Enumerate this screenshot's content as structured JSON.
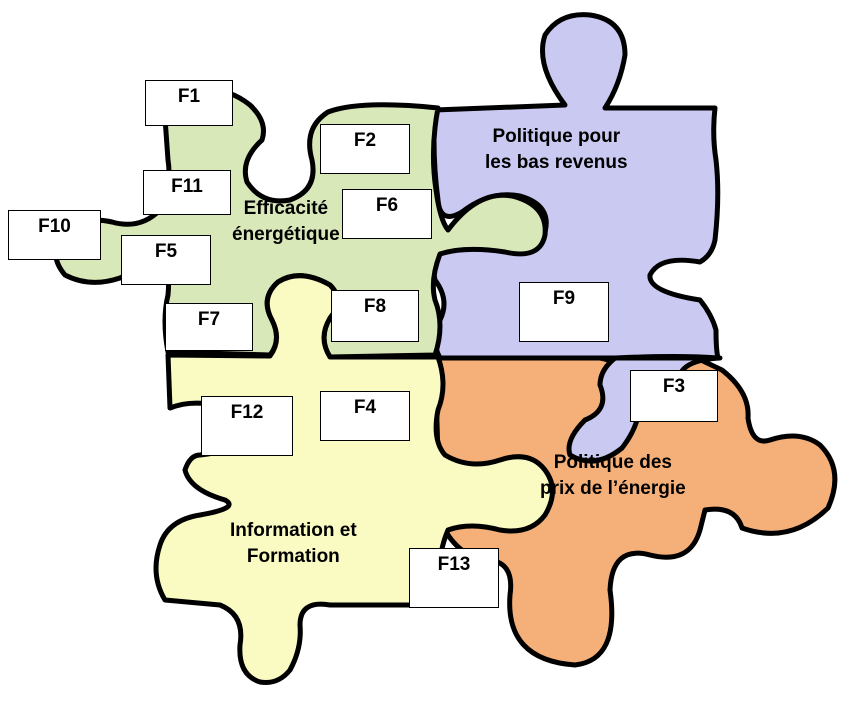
{
  "colors": {
    "efficacite": "#d9e8b8",
    "politique_bas_revenus": "#c9c9f2",
    "politique_prix": "#f5b07a",
    "information": "#fafac3"
  },
  "pieces": {
    "efficacite": {
      "line1": "Efficacité",
      "line2": "énergétique"
    },
    "bas_revenus": {
      "line1": "Politique pour",
      "line2": "les bas revenus"
    },
    "prix": {
      "line1": "Politique des",
      "line2": "prix de l’énergie"
    },
    "information": {
      "line1": "Information et",
      "line2": "Formation"
    }
  },
  "factors": {
    "f1": "F1",
    "f2": "F2",
    "f3": "F3",
    "f4": "F4",
    "f5": "F5",
    "f6": "F6",
    "f7": "F7",
    "f8": "F8",
    "f9": "F9",
    "f10": "F10",
    "f11": "F11",
    "f12": "F12",
    "f13": "F13"
  }
}
